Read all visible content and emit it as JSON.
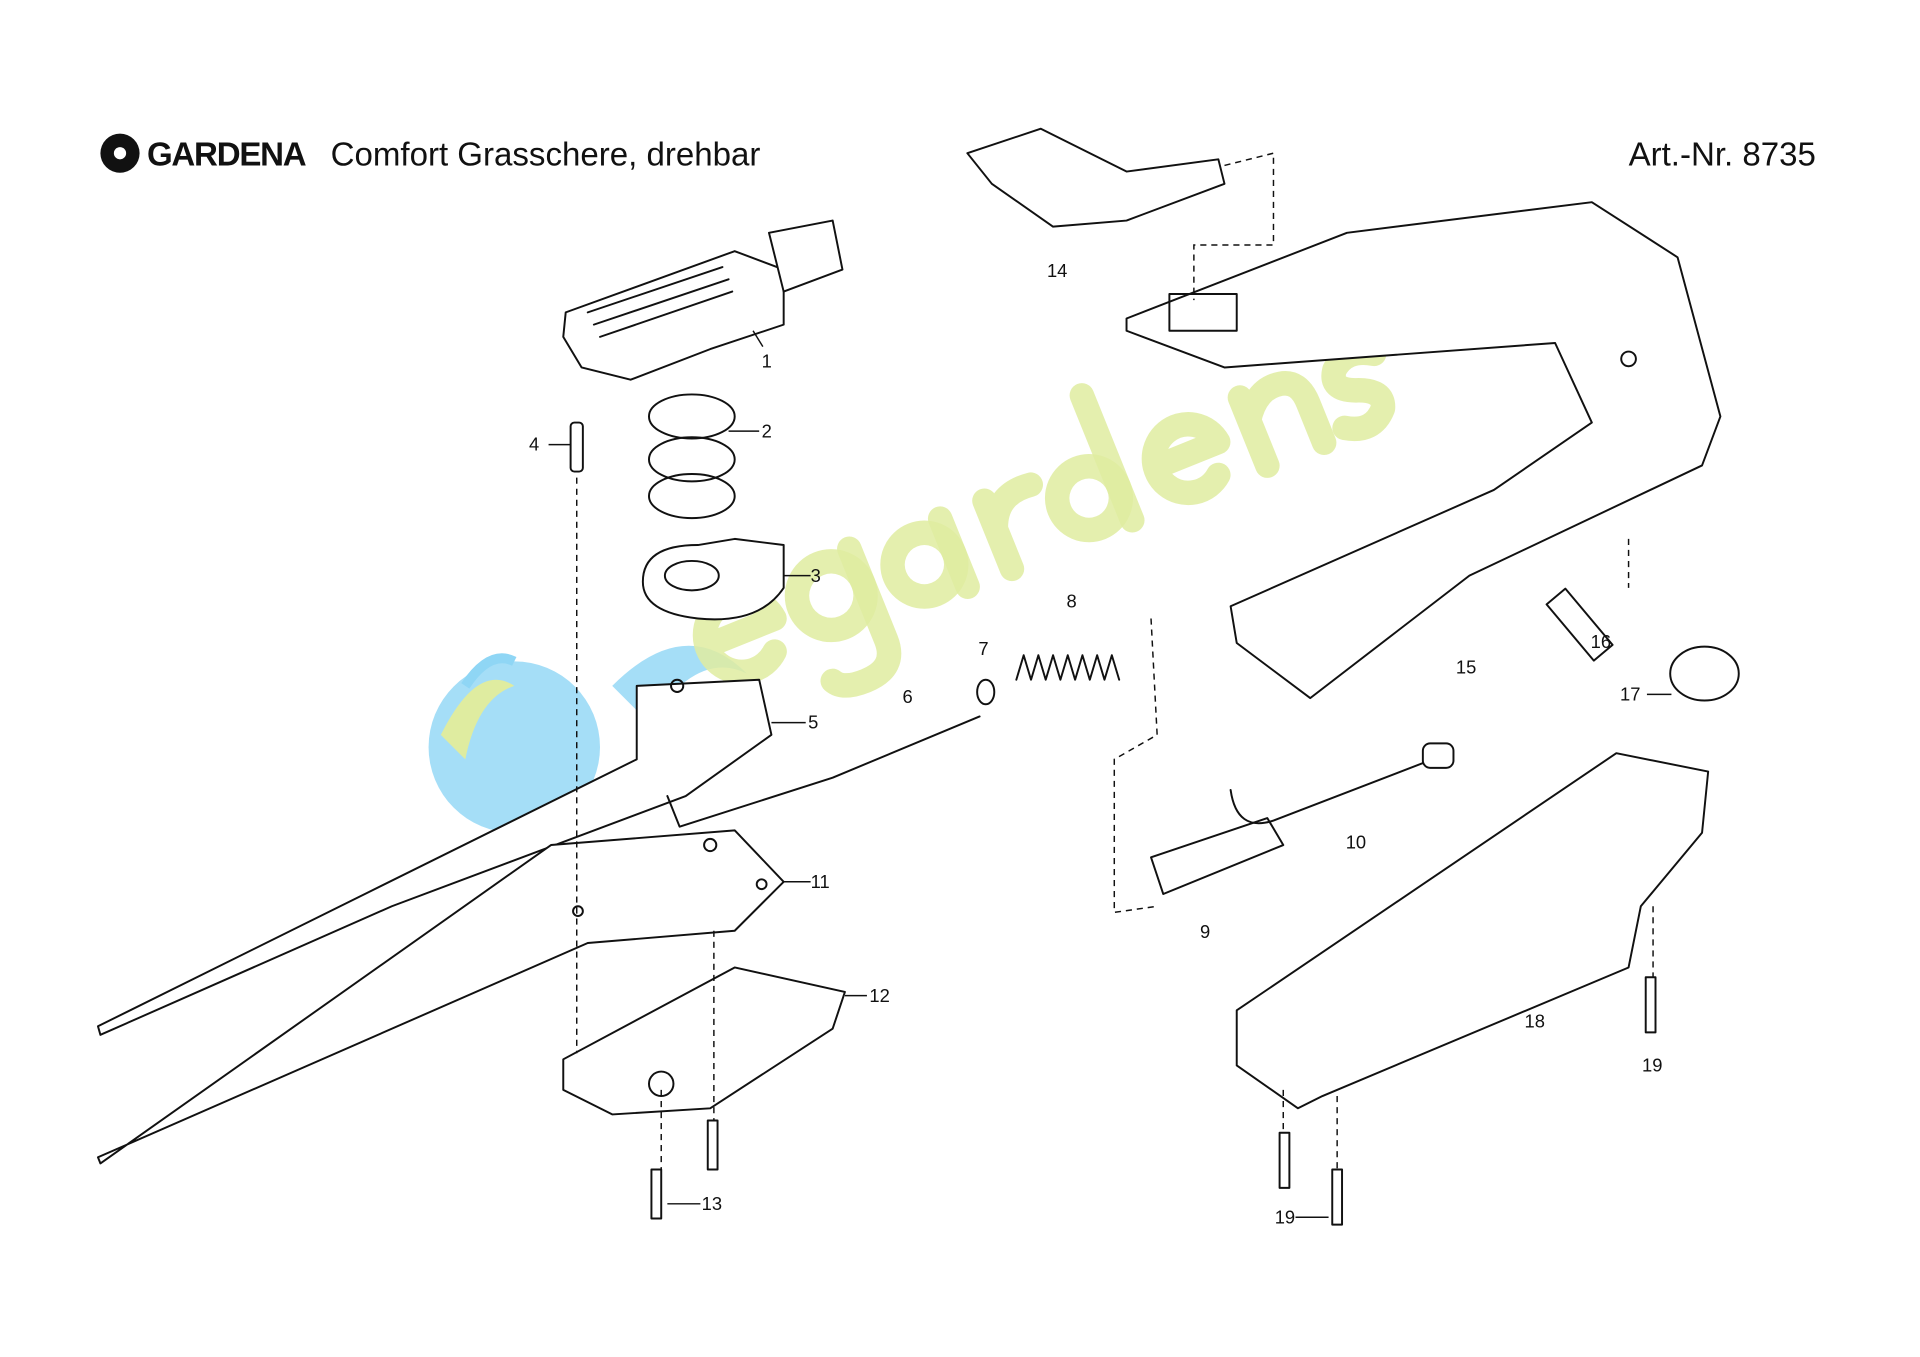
{
  "header": {
    "brand": "GARDENA",
    "title": "Comfort Grasschere, drehbar",
    "article": "Art.-Nr. 8735"
  },
  "watermark": "egardens",
  "parts": [
    "1",
    "2",
    "3",
    "4",
    "5",
    "6",
    "7",
    "8",
    "9",
    "10",
    "11",
    "12",
    "13",
    "14",
    "15",
    "16",
    "17",
    "18",
    "19",
    "19"
  ],
  "colors": {
    "line": "#111111",
    "watermark_green": "#dfeca0",
    "watermark_blue": "#7fcdf0"
  }
}
